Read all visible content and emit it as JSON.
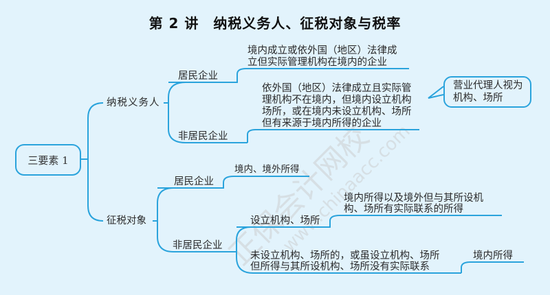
{
  "title": "第 2 讲　纳税义务人、征税对象与税率",
  "root": {
    "label": "三要素 1"
  },
  "branches": {
    "taxpayer": {
      "label": "纳税义务人",
      "resident": {
        "label": "居民企业",
        "definition": [
          "境内成立或依外国（地区）法律成",
          "立但实际管理机构在境内的企业"
        ]
      },
      "nonresident": {
        "label": "非居民企业",
        "definition": [
          "依外国（地区）法律成立且实际管",
          "理机构不在境内，但境内设立机构",
          "场所，或在境内未设立机构、场所",
          "但有来源于境内所得的企业"
        ],
        "callout": [
          "营业代理人视为",
          "机构、场所"
        ]
      }
    },
    "tax_object": {
      "label": "征税对象",
      "resident": {
        "label": "居民企业",
        "income": "境内、境外所得"
      },
      "nonresident": {
        "label": "非居民企业",
        "with_establishment": {
          "label": "设立机构、场所",
          "income": [
            "境内所得以及境外但与其所设机",
            "构、场所有实际联系的所得"
          ]
        },
        "without_establishment": {
          "label": [
            "未设立机构、场所的，或虽设立机构、场所",
            "但所得与其所设机构、场所没有实际联系"
          ],
          "income": "境内所得"
        }
      }
    }
  },
  "watermark": {
    "text": "正保会计网校",
    "url": "www.chinaacc.com"
  },
  "colors": {
    "line": "#2aa3dc",
    "background": "#e2f3fc"
  }
}
